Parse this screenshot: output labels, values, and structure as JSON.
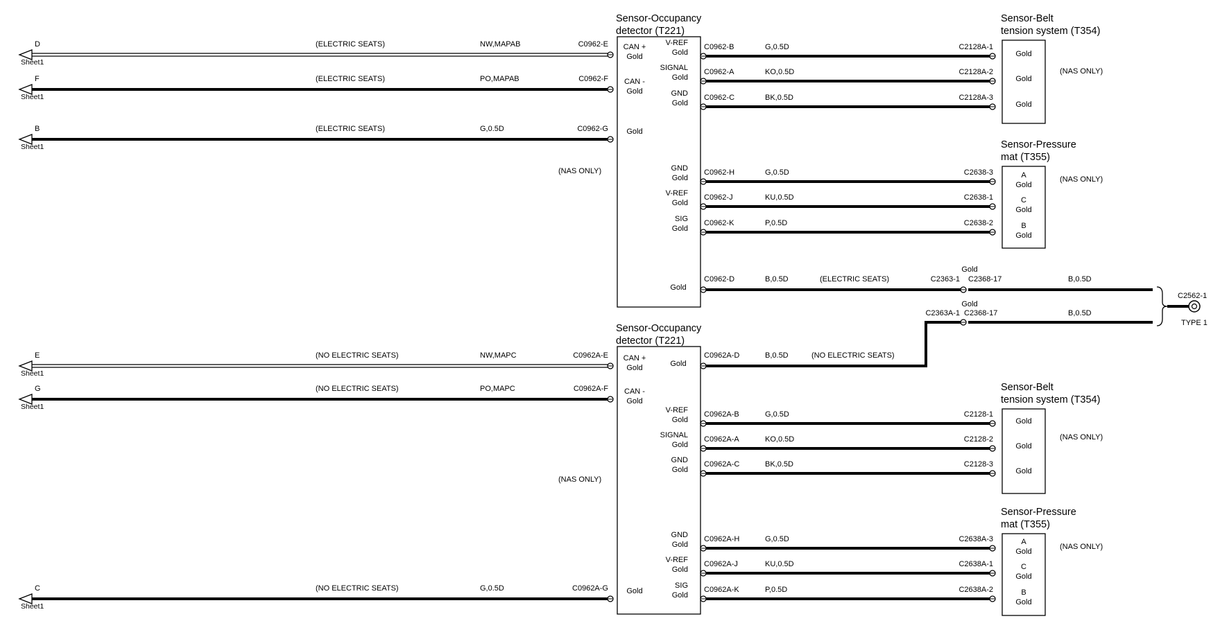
{
  "upper": {
    "module_title_1": "Sensor-Occupancy",
    "module_title_2": "detector (T221)",
    "nas_only": "(NAS ONLY)",
    "left_wires": [
      {
        "flag": "D",
        "sheet": "Sheet1",
        "note": "(ELECTRIC SEATS)",
        "wire": "NW,MAPAB",
        "pin": "C0962-E",
        "lbl1": "CAN +",
        "lbl2": "Gold"
      },
      {
        "flag": "F",
        "sheet": "Sheet1",
        "note": "(ELECTRIC SEATS)",
        "wire": "PO,MAPAB",
        "pin": "C0962-F",
        "lbl1": "CAN -",
        "lbl2": "Gold"
      },
      {
        "flag": "B",
        "sheet": "Sheet1",
        "note": "(ELECTRIC SEATS)",
        "wire": "G,0.5D",
        "pin": "C0962-G",
        "lbl1": "Gold",
        "lbl2": ""
      }
    ],
    "right_pins": [
      {
        "lbl1": "V-REF",
        "lbl2": "Gold",
        "pin": "C0962-B",
        "wire": "G,0.5D",
        "pin2": "C2128A-1"
      },
      {
        "lbl1": "SIGNAL",
        "lbl2": "Gold",
        "pin": "C0962-A",
        "wire": "KO,0.5D",
        "pin2": "C2128A-2"
      },
      {
        "lbl1": "GND",
        "lbl2": "Gold",
        "pin": "C0962-C",
        "wire": "BK,0.5D",
        "pin2": "C2128A-3"
      },
      {
        "lbl1": "GND",
        "lbl2": "Gold",
        "pin": "C0962-H",
        "wire": "G,0.5D",
        "pin2": "C2638-3"
      },
      {
        "lbl1": "V-REF",
        "lbl2": "Gold",
        "pin": "C0962-J",
        "wire": "KU,0.5D",
        "pin2": "C2638-1"
      },
      {
        "lbl1": "SIG",
        "lbl2": "Gold",
        "pin": "C0962-K",
        "wire": "P,0.5D",
        "pin2": "C2638-2"
      }
    ],
    "belt": {
      "title1": "Sensor-Belt",
      "title2": "tension system (T354)",
      "pins": [
        "Gold",
        "Gold",
        "Gold"
      ],
      "nas": "(NAS ONLY)"
    },
    "mat": {
      "title1": "Sensor-Pressure",
      "title2": "mat (T355)",
      "pins": [
        [
          "A",
          "Gold"
        ],
        [
          "C",
          "Gold"
        ],
        [
          "B",
          "Gold"
        ]
      ],
      "nas": "(NAS ONLY)"
    },
    "ground": {
      "lbl": "Gold",
      "pin": "C0962-D",
      "wire": "B,0.5D",
      "note": "(ELECTRIC SEATS)",
      "conn1": "C2363-1",
      "conn2": "C2368-17",
      "gold": "Gold",
      "wire2": "B,0.5D"
    }
  },
  "lower": {
    "module_title_1": "Sensor-Occupancy",
    "module_title_2": "detector (T221)",
    "nas_only": "(NAS ONLY)",
    "left_wires": [
      {
        "flag": "E",
        "sheet": "Sheet1",
        "note": "(NO ELECTRIC SEATS)",
        "wire": "NW,MAPC",
        "pin": "C0962A-E",
        "lbl1": "CAN +",
        "lbl2": "Gold"
      },
      {
        "flag": "G",
        "sheet": "Sheet1",
        "note": "(NO ELECTRIC SEATS)",
        "wire": "PO,MAPC",
        "pin": "C0962A-F",
        "lbl1": "CAN -",
        "lbl2": "Gold"
      },
      {
        "flag": "C",
        "sheet": "Sheet1",
        "note": "(NO ELECTRIC SEATS)",
        "wire": "G,0.5D",
        "pin": "C0962A-G",
        "lbl1": "Gold",
        "lbl2": ""
      }
    ],
    "ground": {
      "lbl": "Gold",
      "pin": "C0962A-D",
      "wire": "B,0.5D",
      "note": "(NO ELECTRIC SEATS)",
      "gold": "Gold",
      "conn1": "C2363A-1",
      "conn2": "C2368-17",
      "wire2": "B,0.5D"
    },
    "right_pins": [
      {
        "lbl1": "V-REF",
        "lbl2": "Gold",
        "pin": "C0962A-B",
        "wire": "G,0.5D",
        "pin2": "C2128-1"
      },
      {
        "lbl1": "SIGNAL",
        "lbl2": "Gold",
        "pin": "C0962A-A",
        "wire": "KO,0.5D",
        "pin2": "C2128-2"
      },
      {
        "lbl1": "GND",
        "lbl2": "Gold",
        "pin": "C0962A-C",
        "wire": "BK,0.5D",
        "pin2": "C2128-3"
      },
      {
        "lbl1": "GND",
        "lbl2": "Gold",
        "pin": "C0962A-H",
        "wire": "G,0.5D",
        "pin2": "C2638A-3"
      },
      {
        "lbl1": "V-REF",
        "lbl2": "Gold",
        "pin": "C0962A-J",
        "wire": "KU,0.5D",
        "pin2": "C2638A-1"
      },
      {
        "lbl1": "SIG",
        "lbl2": "Gold",
        "pin": "C0962A-K",
        "wire": "P,0.5D",
        "pin2": "C2638A-2"
      }
    ],
    "belt": {
      "title1": "Sensor-Belt",
      "title2": "tension system (T354)",
      "pins": [
        "Gold",
        "Gold",
        "Gold"
      ],
      "nas": "(NAS ONLY)"
    },
    "mat": {
      "title1": "Sensor-Pressure",
      "title2": "mat (T355)",
      "pins": [
        [
          "A",
          "Gold"
        ],
        [
          "C",
          "Gold"
        ],
        [
          "B",
          "Gold"
        ]
      ],
      "nas": "(NAS ONLY)"
    }
  },
  "splice": {
    "label": "C2562-1",
    "type": "TYPE 1"
  }
}
